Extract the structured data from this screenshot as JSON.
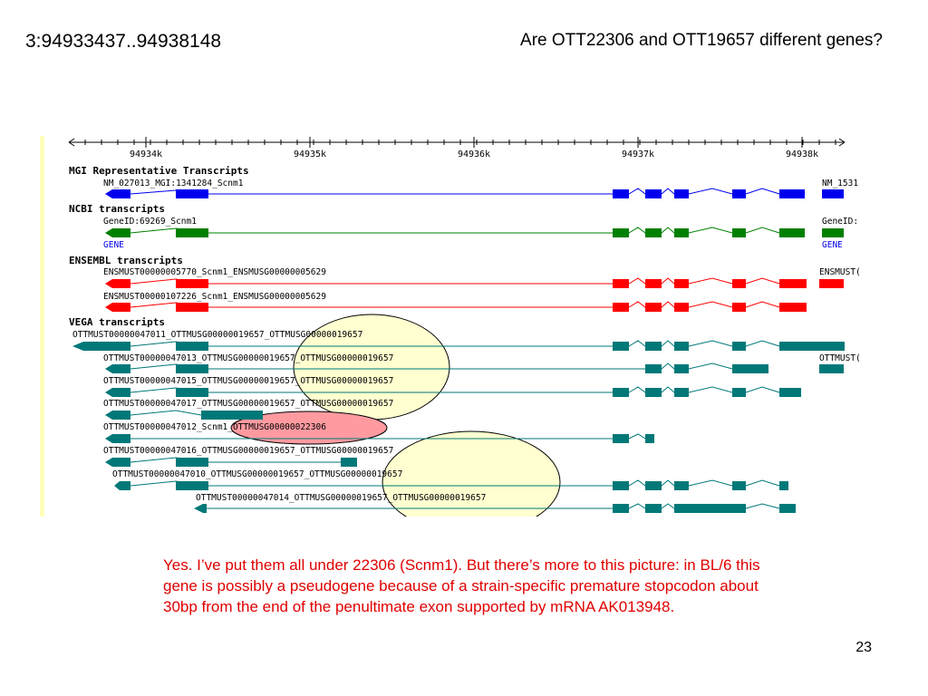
{
  "header": {
    "coordinates": "3:94933437..94938148",
    "question": "Are OTT22306 and OTT19657 different genes?"
  },
  "ruler": {
    "ticks": [
      "94934k",
      "94935k",
      "94936k",
      "94937k",
      "94938k"
    ]
  },
  "colors": {
    "mgi": "#0000ee",
    "ncbi": "#008000",
    "ensembl": "#ff0000",
    "vega": "#007878",
    "highlight_yellow": "#ffffd0",
    "highlight_red": "#ff9aa0",
    "sidebar": "#ffffbb",
    "answer_text": "#e00000"
  },
  "tracks": [
    {
      "id": "mgi",
      "title": "MGI Representative Transcripts",
      "transcripts": [
        {
          "label": "NM_027013_MGI:1341284_Scnm1",
          "right_label": "NM_1531",
          "sub": ""
        }
      ]
    },
    {
      "id": "ncbi",
      "title": "NCBI transcripts",
      "transcripts": [
        {
          "label": "GeneID:69269_Scnm1",
          "right_label": "GeneID:",
          "sub": "GENE",
          "right_sub": "GENE"
        }
      ]
    },
    {
      "id": "ensembl",
      "title": "ENSEMBL transcripts",
      "transcripts": [
        {
          "label": "ENSMUST00000005770_Scnm1_ENSMUSG00000005629",
          "right_label": "ENSMUST("
        },
        {
          "label": "ENSMUST00000107226_Scnm1_ENSMUSG00000005629"
        }
      ]
    },
    {
      "id": "vega",
      "title": "VEGA transcripts",
      "transcripts": [
        {
          "label": "OTTMUST00000047011_OTTMUSG00000019657_OTTMUSG00000019657"
        },
        {
          "label": "OTTMUST00000047013_OTTMUSG00000019657_OTTMUSG00000019657",
          "right_label": "OTTMUST("
        },
        {
          "label": "OTTMUST00000047015_OTTMUSG00000019657_OTTMUSG00000019657"
        },
        {
          "label": "OTTMUST00000047017_OTTMUSG00000019657_OTTMUSG00000019657"
        },
        {
          "label": "OTTMUST00000047012_Scnm1_OTTMUSG00000022306"
        },
        {
          "label": "OTTMUST00000047016_OTTMUSG00000019657_OTTMUSG00000019657"
        },
        {
          "label": "OTTMUST00000047010_OTTMUSG00000019657_OTTMUSG00000019657"
        },
        {
          "label": "OTTMUST00000047014_OTTMUSG00000019657_OTTMUSG00000019657"
        }
      ]
    }
  ],
  "answer": "Yes. I’ve put them all under 22306 (Scnm1). But there’s more to this picture: in BL/6 this gene is possibly a pseudogene because of a strain-specific premature stopcodon about 30bp from the end of the penultimate exon supported by mRNA AK013948.",
  "slide_number": "23"
}
